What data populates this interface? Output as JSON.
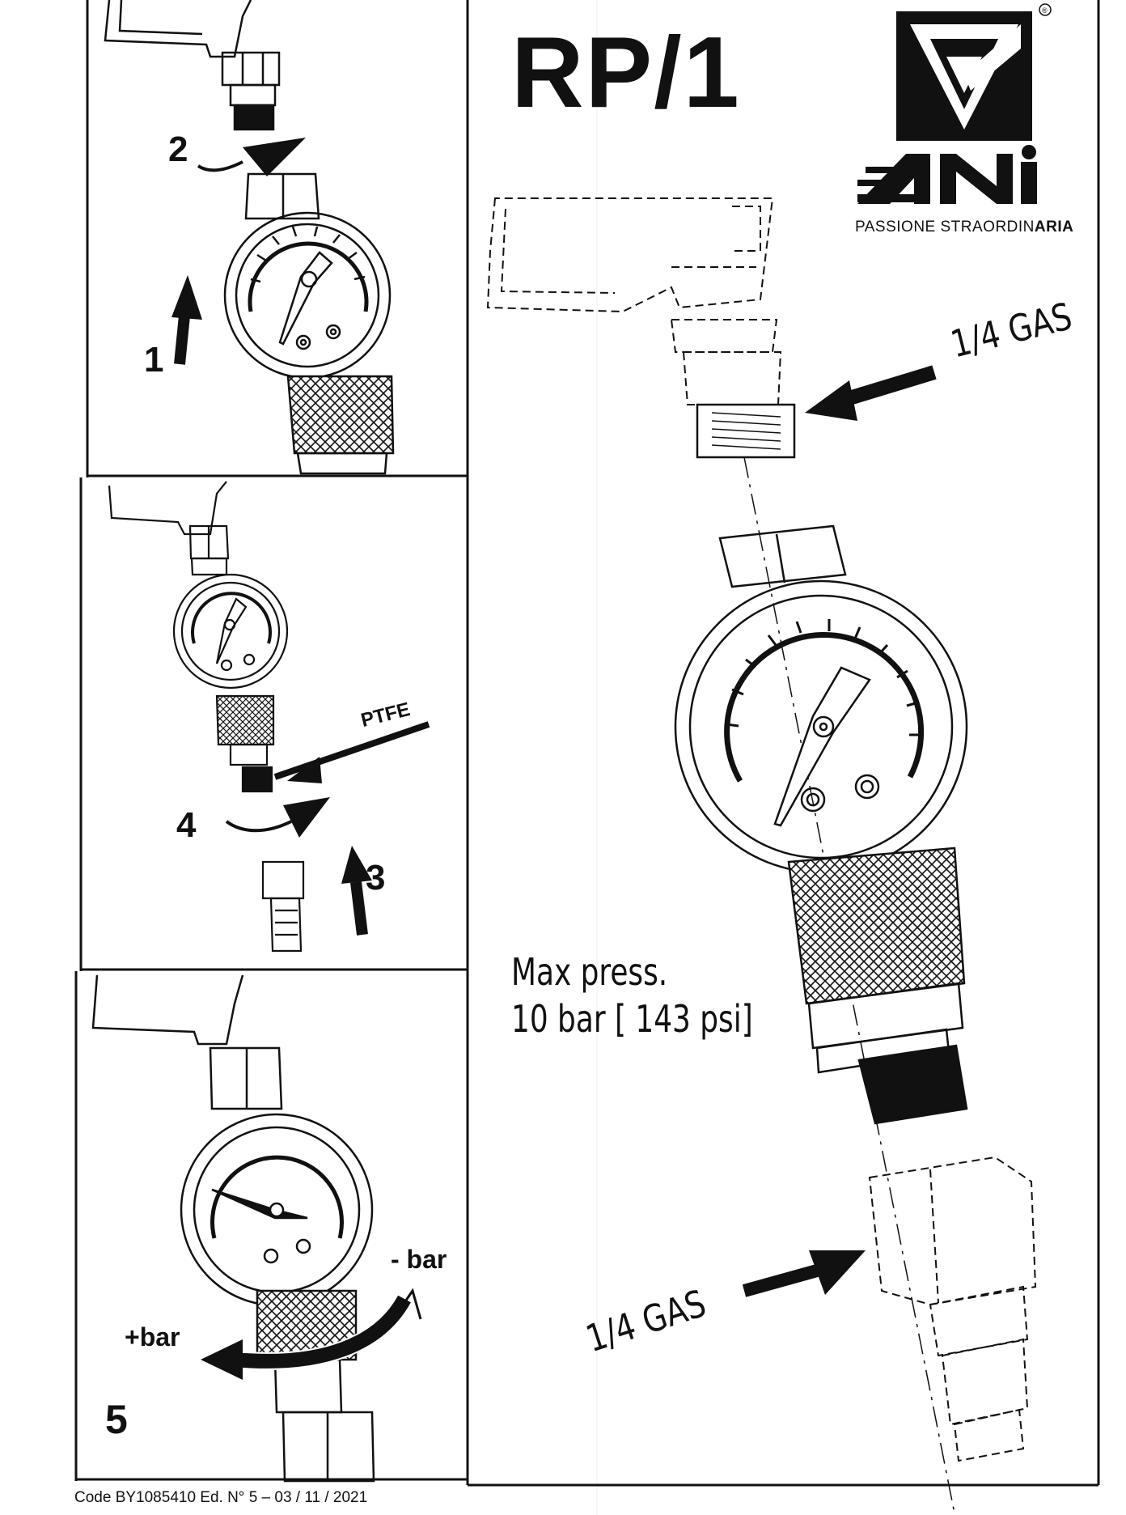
{
  "header": {
    "model": "RP/1",
    "brand": {
      "logo_text": "ANI",
      "registered_mark": "®",
      "tagline_prefix": "PASSIONE STRAORDIN",
      "tagline_suffix": "ARIA"
    }
  },
  "panel_1": {
    "step_1": "1",
    "step_2": "2"
  },
  "panel_2": {
    "step_3": "3",
    "step_4": "4",
    "ptfe_label": "PTFE"
  },
  "panel_3": {
    "step_5": "5",
    "minus_bar": "- bar",
    "plus_bar": "+bar"
  },
  "main": {
    "thread_top": "1/4 GAS",
    "thread_bottom": "1/4 GAS",
    "max_press_line1": "Max press.",
    "max_press_line2": "10 bar [ 143 psi]"
  },
  "footer": {
    "code": "Code BY1085410 Ed. N° 5 – 03 / 11 / 2021"
  }
}
